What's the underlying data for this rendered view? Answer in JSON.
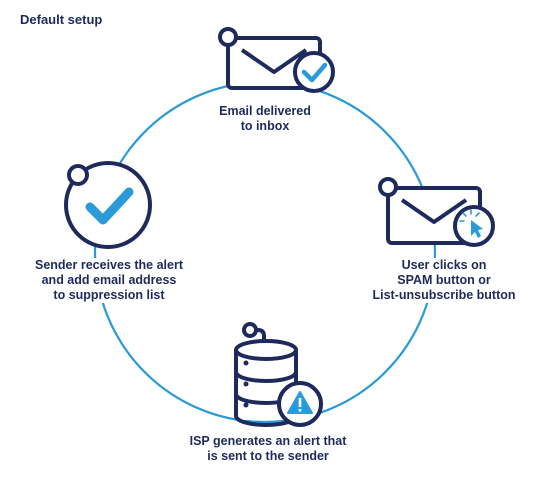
{
  "title": "Default setup",
  "steps": [
    {
      "lines": [
        "Email delivered",
        "to inbox"
      ],
      "icon": "envelope-check-icon"
    },
    {
      "lines": [
        "User clicks on",
        "SPAM button or",
        "List-unsubscribe button"
      ],
      "icon": "envelope-click-icon"
    },
    {
      "lines": [
        "ISP generates an alert that",
        "is sent to the sender"
      ],
      "icon": "database-alert-icon"
    },
    {
      "lines": [
        "Sender receives the alert",
        "and add email address",
        "to suppression list"
      ],
      "icon": "checkmark-circle-icon"
    }
  ],
  "colors": {
    "navy": "#1f2a5c",
    "accent": "#2a9ad8",
    "text": "#1f2a5c"
  }
}
